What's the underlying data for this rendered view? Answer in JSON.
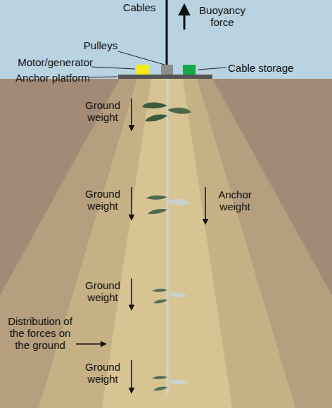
{
  "diagram": {
    "labels": [
      "Cables",
      "Buoyancy force",
      "Pulleys",
      "Motor/generator",
      "Cable storage",
      "Anchor platform",
      "Ground weight",
      "Anchor weight",
      "Ground weight",
      "Ground weight",
      "Distribution of the forces on the ground",
      "Ground weight"
    ]
  }
}
